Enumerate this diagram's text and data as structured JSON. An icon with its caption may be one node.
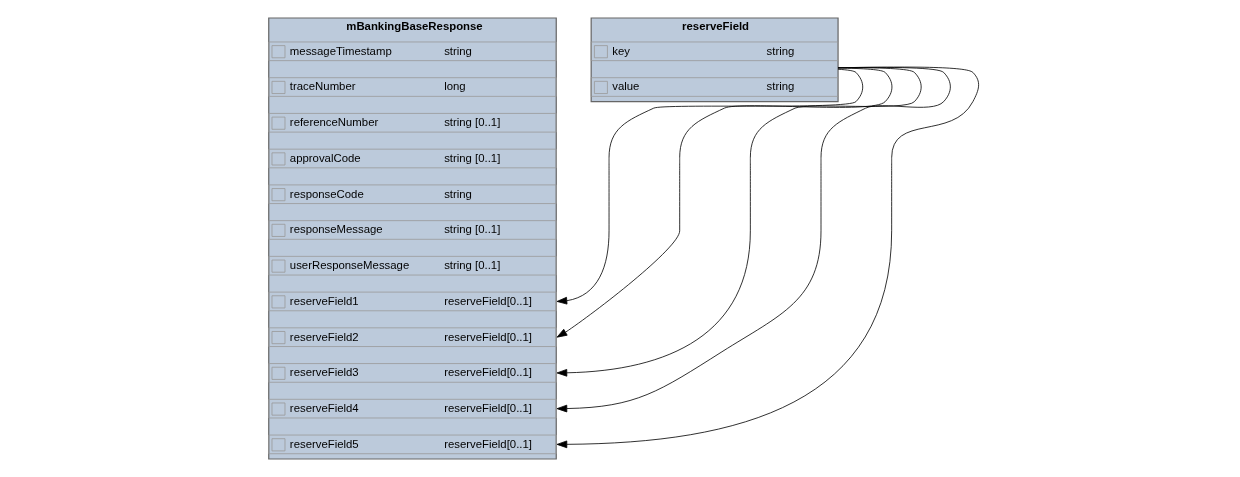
{
  "diagram": {
    "nodes": [
      {
        "text": [
          "mBankingBaseResponse"
        ]
      },
      {
        "text": [
          "messageTimestamp",
          "string"
        ],
        "in": 0
      },
      {
        "text": [
          "traceNumber",
          "long"
        ],
        "in": 0
      },
      {
        "text": [
          "referenceNumber",
          "string [0..1]"
        ],
        "in": 0
      },
      {
        "text": [
          "approvalCode",
          "string [0..1]"
        ],
        "in": 0
      },
      {
        "text": [
          "responseCode",
          "string"
        ],
        "in": 0
      },
      {
        "text": [
          "responseMessage",
          "string [0..1]"
        ],
        "in": 0
      },
      {
        "text": [
          "userResponseMessage",
          "string [0..1]"
        ],
        "in": 0
      },
      {
        "text": [
          "reserveField1",
          "reserveField[0..1]"
        ],
        "in": 0
      },
      {
        "text": [
          "reserveField2",
          "reserveField[0..1]"
        ],
        "in": 0
      },
      {
        "text": [
          "reserveField3",
          "reserveField[0..1]"
        ],
        "in": 0
      },
      {
        "text": [
          "reserveField4",
          "reserveField[0..1]"
        ],
        "in": 0
      },
      {
        "text": [
          "reserveField5",
          "reserveField[0..1]"
        ],
        "in": 0
      },
      {
        "text": [
          "reserveField"
        ]
      },
      {
        "text": [
          "key",
          "string"
        ],
        "in": 13
      },
      {
        "text": [
          "value",
          "string"
        ],
        "in": 13
      }
    ],
    "edges": [
      {
        "from": 13,
        "to": 8,
        "arrow": "to"
      },
      {
        "from": 13,
        "to": 9,
        "arrow": "to"
      },
      {
        "from": 13,
        "to": 10,
        "arrow": "to"
      },
      {
        "from": 13,
        "to": 11,
        "arrow": "to"
      },
      {
        "from": 13,
        "to": 12,
        "arrow": "to"
      }
    ]
  }
}
